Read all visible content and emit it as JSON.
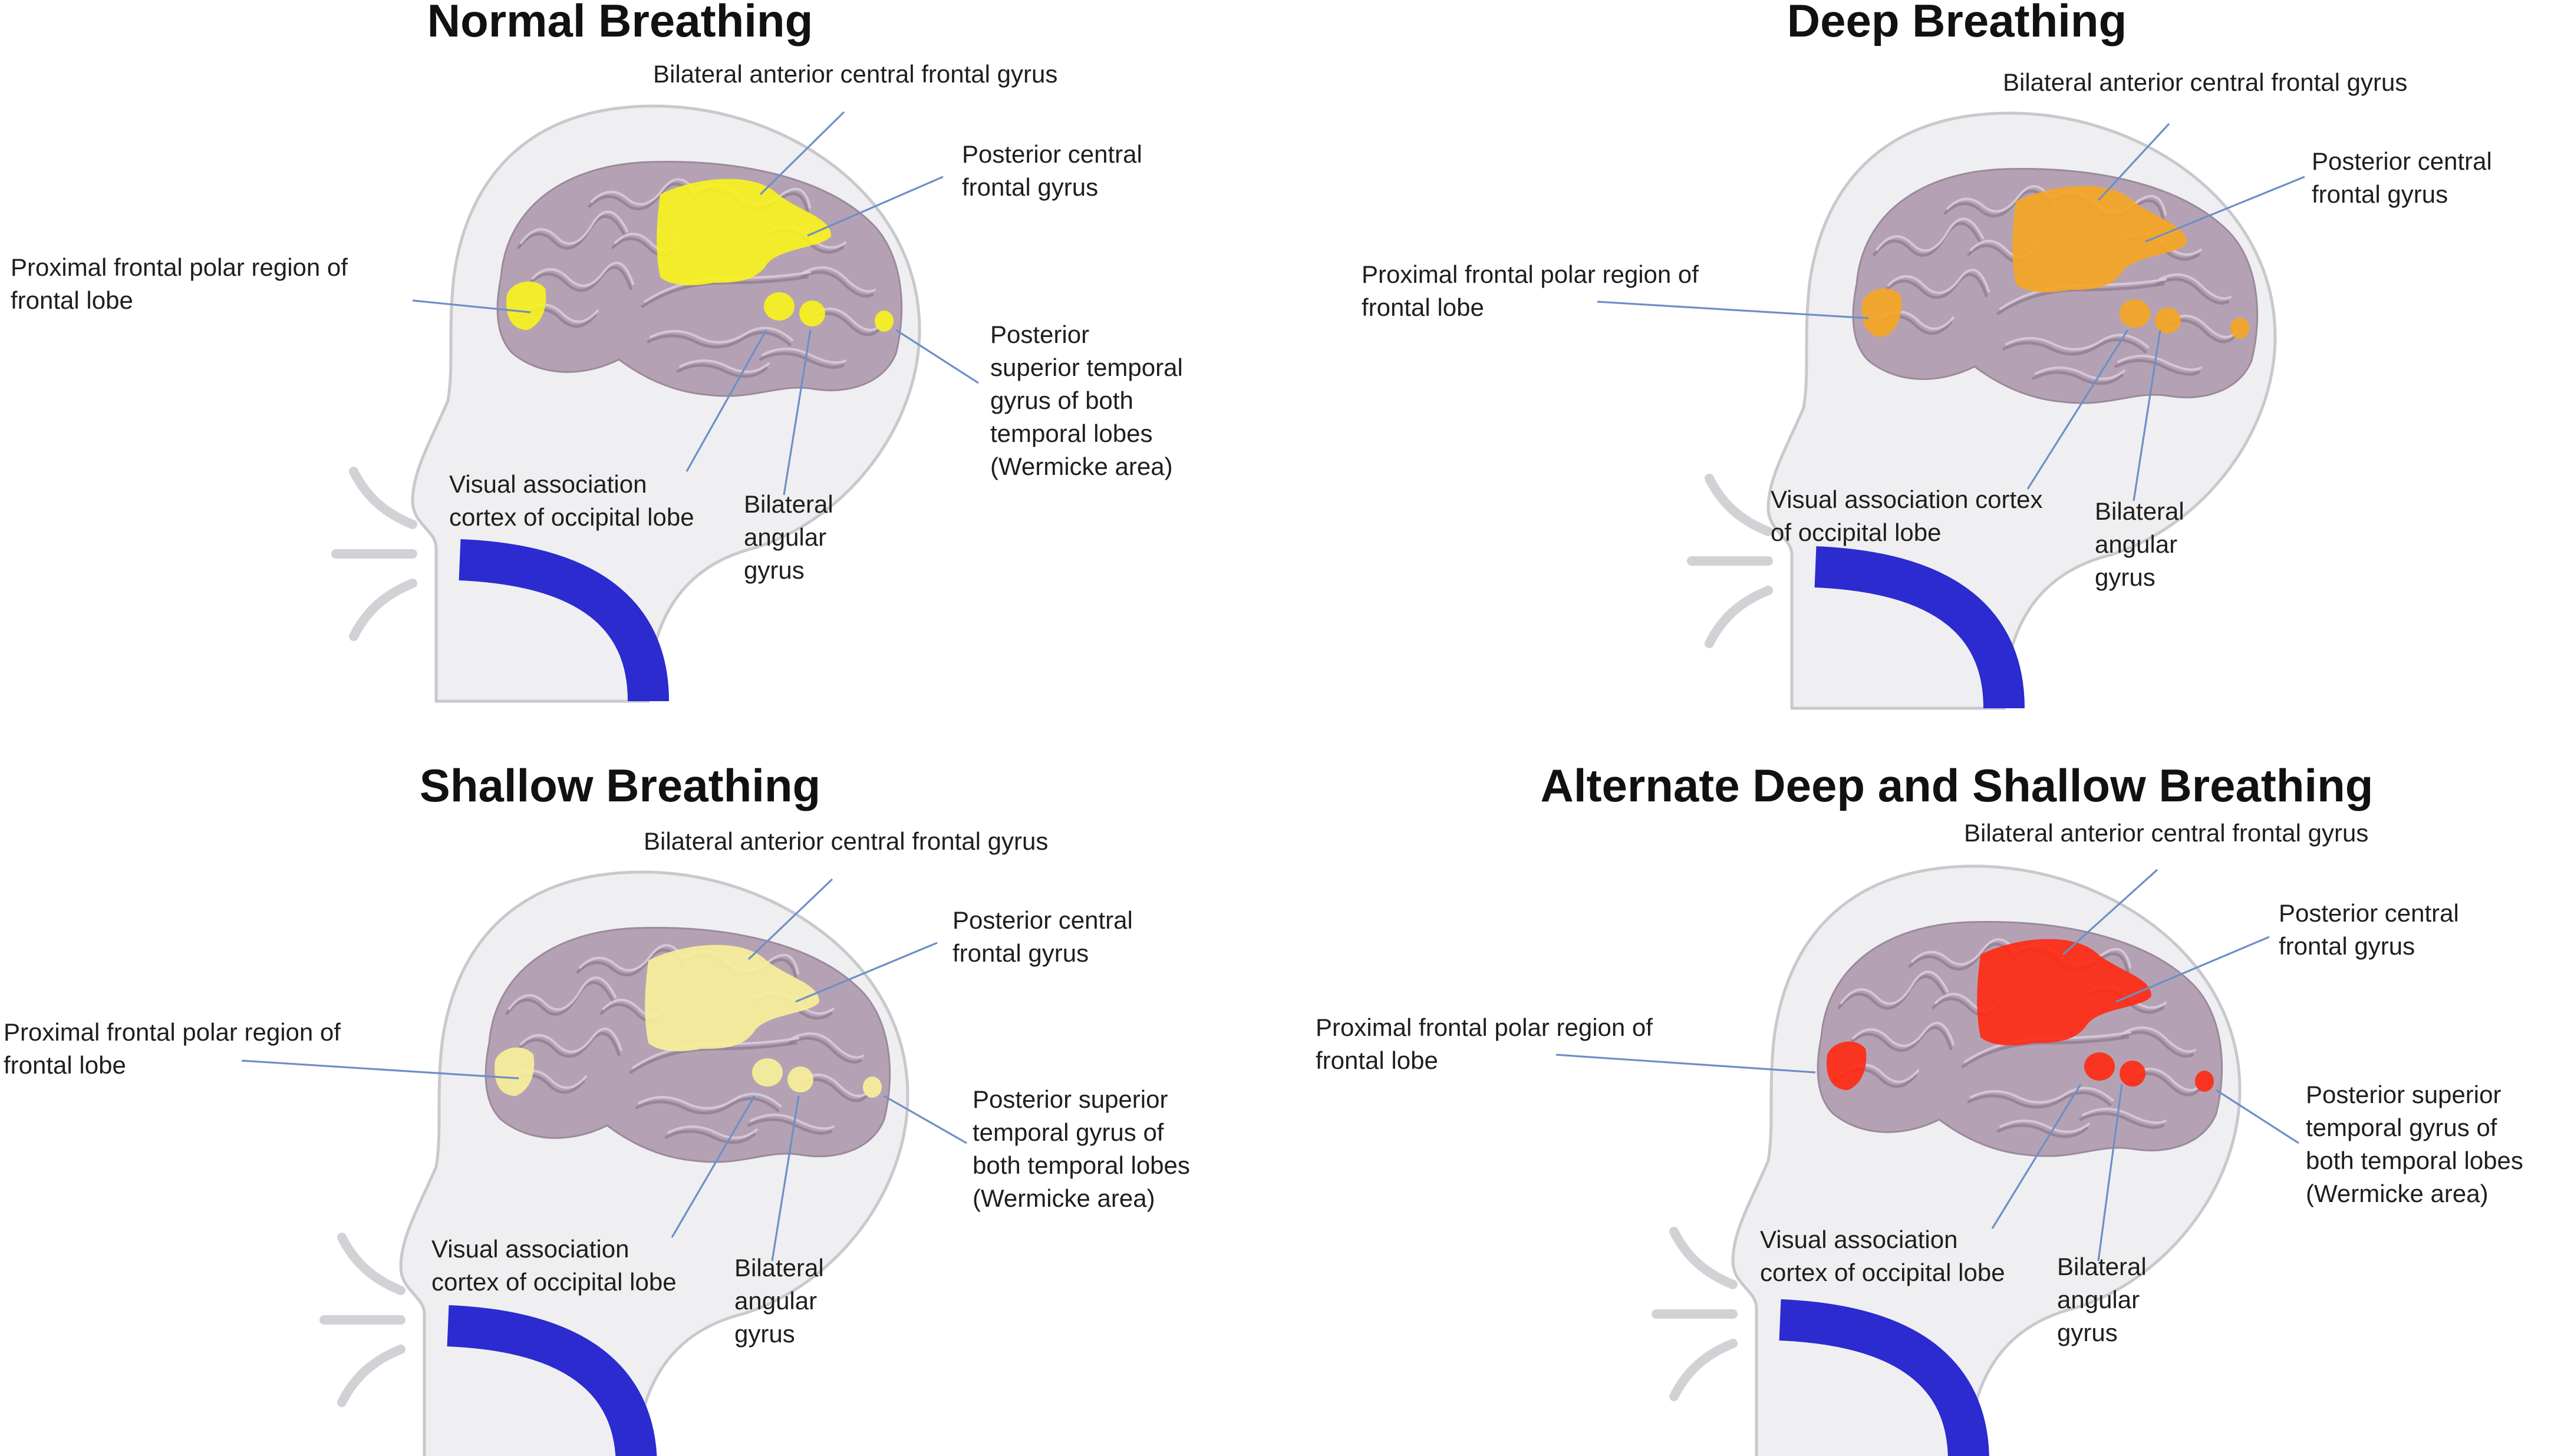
{
  "panels": [
    {
      "id": "normal",
      "title": "Normal Breathing",
      "highlight_color": "#f7f21e",
      "labels": {
        "anterior": [
          "Bilateral anterior central frontal gyrus"
        ],
        "posterior_central": [
          "Posterior central",
          "frontal gyrus"
        ],
        "frontal_polar": [
          "Proximal frontal polar region of",
          "frontal lobe"
        ],
        "temporal": [
          "Posterior",
          "superior temporal",
          "gyrus of both",
          "temporal lobes",
          "(Wermicke area)"
        ],
        "visual": [
          "Visual association",
          "cortex of occipital lobe"
        ],
        "angular": [
          "Bilateral",
          "angular",
          "gyrus"
        ]
      }
    },
    {
      "id": "deep",
      "title": "Deep Breathing",
      "highlight_color": "#f5a623",
      "labels": {
        "anterior": [
          "Bilateral anterior central frontal gyrus"
        ],
        "posterior_central": [
          "Posterior central",
          "frontal gyrus"
        ],
        "frontal_polar": [
          "Proximal frontal polar region of",
          "frontal lobe"
        ],
        "visual": [
          "Visual association cortex",
          "of occipital lobe"
        ],
        "angular": [
          "Bilateral",
          "angular",
          "gyrus"
        ]
      }
    },
    {
      "id": "shallow",
      "title": "Shallow Breathing",
      "highlight_color": "#f9ef9a",
      "labels": {
        "anterior": [
          "Bilateral anterior central frontal gyrus"
        ],
        "posterior_central": [
          "Posterior central",
          "frontal gyrus"
        ],
        "frontal_polar": [
          "Proximal frontal polar region of",
          "frontal lobe"
        ],
        "temporal": [
          "Posterior superior",
          "temporal gyrus of",
          "both temporal lobes",
          "(Wermicke area)"
        ],
        "visual": [
          "Visual association",
          "cortex of occipital lobe"
        ],
        "angular": [
          "Bilateral",
          "angular",
          "gyrus"
        ]
      }
    },
    {
      "id": "alternate",
      "title": "Alternate Deep and Shallow Breathing",
      "highlight_color": "#ff2a14",
      "labels": {
        "anterior": [
          "Bilateral anterior central frontal gyrus"
        ],
        "posterior_central": [
          "Posterior central",
          "frontal gyrus"
        ],
        "frontal_polar": [
          "Proximal frontal polar region of",
          "frontal lobe"
        ],
        "temporal": [
          "Posterior superior",
          "temporal gyrus of",
          "both temporal lobes",
          "(Wermicke area)"
        ],
        "visual": [
          "Visual association",
          "cortex of occipital lobe"
        ],
        "angular": [
          "Bilateral",
          "angular",
          "gyrus"
        ]
      }
    }
  ]
}
